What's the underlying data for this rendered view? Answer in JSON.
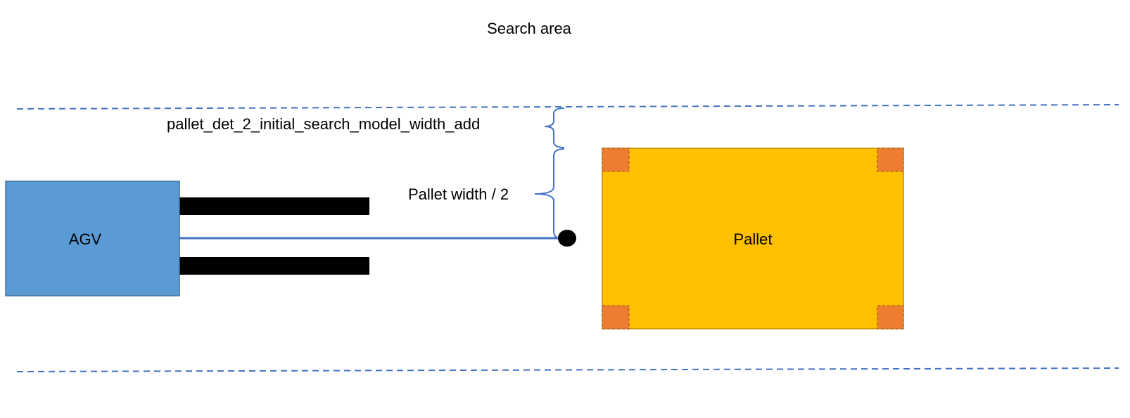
{
  "diagram": {
    "title": "Search area",
    "agv_label": "AGV",
    "pallet_label": "Pallet",
    "width_add_label": "pallet_det_2_initial_search_model_width_add",
    "half_width_label": "Pallet width / 2"
  },
  "colors": {
    "agv_fill": "#5B9BD5",
    "agv_stroke": "#41719C",
    "fork_fill": "#000000",
    "pallet_fill": "#FFC000",
    "pallet_stroke": "#BF9000",
    "corner_fill": "#ED7D31",
    "corner_stroke": "#AE5A21",
    "line_blue": "#4472C4",
    "point_fill": "#000000"
  }
}
